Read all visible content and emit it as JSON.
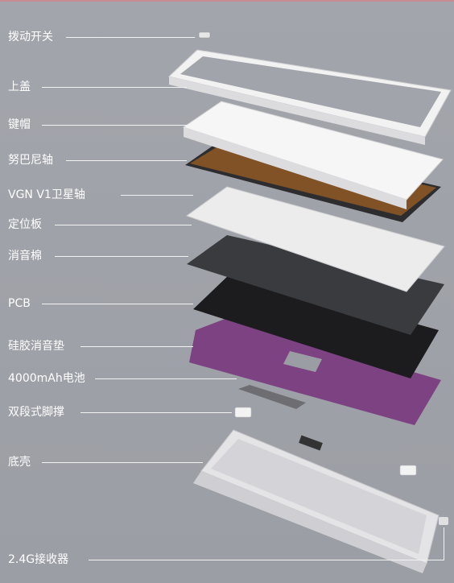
{
  "labels": {
    "switch": "拨动开关",
    "top_cover": "上盖",
    "keycaps": "键帽",
    "nuba_switch": "努巴尼轴",
    "stabilizer": "VGN V1卫星轴",
    "plate": "定位板",
    "foam": "消音棉",
    "pcb": "PCB",
    "silicone_pad": "硅胶消音垫",
    "battery": "4000mAh电池",
    "feet": "双段式脚撑",
    "bottom_case": "底壳",
    "receiver": "2.4G接收器"
  },
  "colors": {
    "background": "#9fa1a8",
    "leader_line": "#f2f2f2",
    "frame": "#f2f2f2",
    "keycap": "#f6f6f6",
    "switch_stem": "#c4711f",
    "plate": "#ececec",
    "foam": "#3a3b3f",
    "pcb": "#1c1c1e",
    "silicone": "#7a3d80",
    "battery": "#6e6e72",
    "case": "#e6e6e8",
    "accent_top": "#c98c91"
  }
}
